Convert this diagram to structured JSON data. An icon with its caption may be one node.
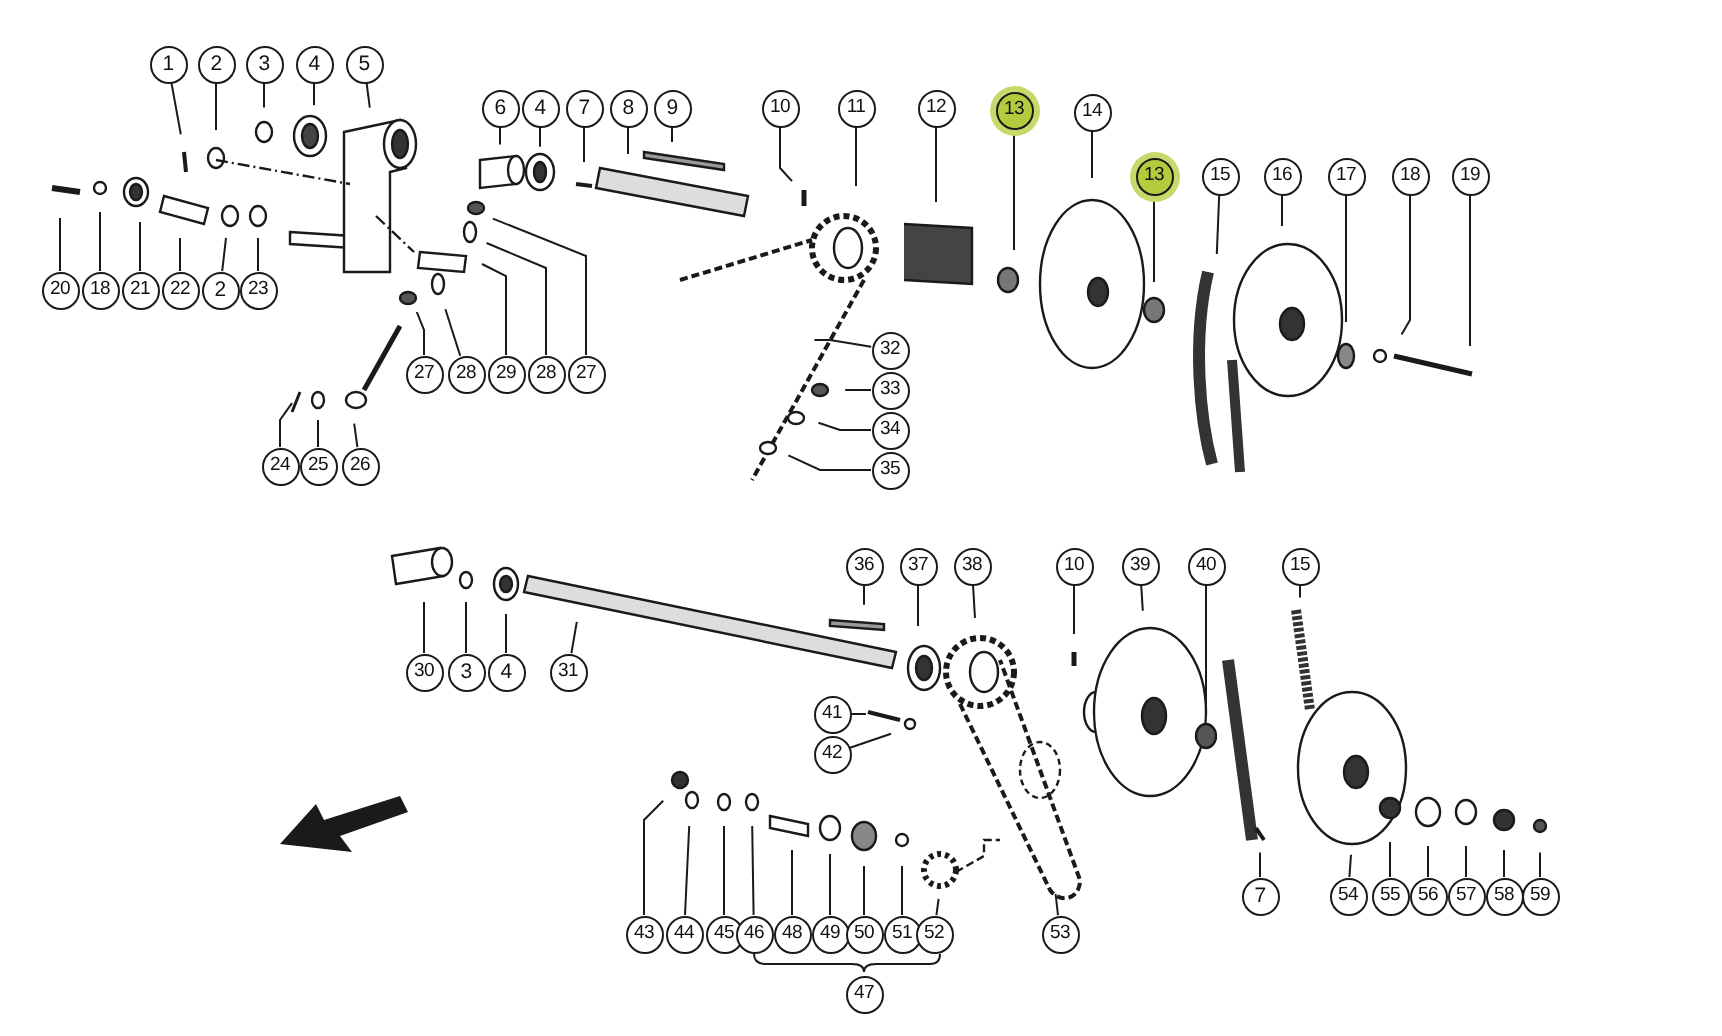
{
  "diagram": {
    "nodes": [
      {
        "text": [
          "1"
        ]
      },
      {
        "text": [
          "2"
        ]
      },
      {
        "text": [
          "3"
        ]
      },
      {
        "text": [
          "4"
        ]
      },
      {
        "text": [
          "5"
        ]
      },
      {
        "text": [
          "6"
        ]
      },
      {
        "text": [
          "4"
        ]
      },
      {
        "text": [
          "7"
        ]
      },
      {
        "text": [
          "8"
        ]
      },
      {
        "text": [
          "9"
        ]
      },
      {
        "text": [
          "10"
        ]
      },
      {
        "text": [
          "11"
        ]
      },
      {
        "text": [
          "12"
        ]
      },
      {
        "text": [
          "13"
        ]
      },
      {
        "text": [
          "14"
        ]
      },
      {
        "text": [
          "13"
        ]
      },
      {
        "text": [
          "15"
        ]
      },
      {
        "text": [
          "16"
        ]
      },
      {
        "text": [
          "17"
        ]
      },
      {
        "text": [
          "18"
        ]
      },
      {
        "text": [
          "19"
        ]
      },
      {
        "text": [
          "20"
        ]
      },
      {
        "text": [
          "18"
        ]
      },
      {
        "text": [
          "21"
        ]
      },
      {
        "text": [
          "22"
        ]
      },
      {
        "text": [
          "2"
        ]
      },
      {
        "text": [
          "23"
        ]
      },
      {
        "text": [
          "27"
        ]
      },
      {
        "text": [
          "28"
        ]
      },
      {
        "text": [
          "29"
        ]
      },
      {
        "text": [
          "28"
        ]
      },
      {
        "text": [
          "27"
        ]
      },
      {
        "text": [
          "24"
        ]
      },
      {
        "text": [
          "25"
        ]
      },
      {
        "text": [
          "26"
        ]
      },
      {
        "text": [
          "32"
        ]
      },
      {
        "text": [
          "33"
        ]
      },
      {
        "text": [
          "34"
        ]
      },
      {
        "text": [
          "35"
        ]
      },
      {
        "text": [
          "36"
        ]
      },
      {
        "text": [
          "37"
        ]
      },
      {
        "text": [
          "38"
        ]
      },
      {
        "text": [
          "10"
        ]
      },
      {
        "text": [
          "39"
        ]
      },
      {
        "text": [
          "40"
        ]
      },
      {
        "text": [
          "15"
        ]
      },
      {
        "text": [
          "30"
        ]
      },
      {
        "text": [
          "3"
        ]
      },
      {
        "text": [
          "4"
        ]
      },
      {
        "text": [
          "31"
        ]
      },
      {
        "text": [
          "41"
        ]
      },
      {
        "text": [
          "42"
        ]
      },
      {
        "text": [
          "43"
        ]
      },
      {
        "text": [
          "44"
        ]
      },
      {
        "text": [
          "45"
        ]
      },
      {
        "text": [
          "46"
        ]
      },
      {
        "text": [
          "48"
        ]
      },
      {
        "text": [
          "49"
        ]
      },
      {
        "text": [
          "50"
        ]
      },
      {
        "text": [
          "51"
        ]
      },
      {
        "text": [
          "52"
        ]
      },
      {
        "text": [
          "53"
        ]
      },
      {
        "text": [
          "7"
        ]
      },
      {
        "text": [
          "54"
        ]
      },
      {
        "text": [
          "55"
        ]
      },
      {
        "text": [
          "56"
        ]
      },
      {
        "text": [
          "57"
        ]
      },
      {
        "text": [
          "58"
        ]
      },
      {
        "text": [
          "59"
        ]
      },
      {
        "text": [
          "47"
        ]
      }
    ],
    "edges": [
      {
        "from": 0,
        "to": null,
        "arrow": "none"
      },
      {
        "from": 1,
        "to": null,
        "arrow": "none"
      },
      {
        "from": 2,
        "to": null,
        "arrow": "none"
      },
      {
        "from": 3,
        "to": null,
        "arrow": "none"
      },
      {
        "from": 4,
        "to": null,
        "arrow": "none"
      },
      {
        "from": 5,
        "to": null,
        "arrow": "none"
      },
      {
        "from": 6,
        "to": null,
        "arrow": "none"
      },
      {
        "from": 7,
        "to": null,
        "arrow": "none"
      },
      {
        "from": 8,
        "to": null,
        "arrow": "none"
      },
      {
        "from": 9,
        "to": null,
        "arrow": "none"
      },
      {
        "from": 10,
        "to": null,
        "arrow": "none"
      },
      {
        "from": 11,
        "to": null,
        "arrow": "none"
      },
      {
        "from": 12,
        "to": null,
        "arrow": "none"
      },
      {
        "from": 13,
        "to": null,
        "arrow": "none"
      },
      {
        "from": 14,
        "to": null,
        "arrow": "none"
      },
      {
        "from": 15,
        "to": null,
        "arrow": "none"
      },
      {
        "from": 16,
        "to": null,
        "arrow": "none"
      },
      {
        "from": 17,
        "to": null,
        "arrow": "none"
      },
      {
        "from": 18,
        "to": null,
        "arrow": "none"
      },
      {
        "from": 19,
        "to": null,
        "arrow": "none"
      },
      {
        "from": 20,
        "to": null,
        "arrow": "none"
      },
      {
        "from": 21,
        "to": null,
        "arrow": "none"
      },
      {
        "from": 22,
        "to": null,
        "arrow": "none"
      },
      {
        "from": 23,
        "to": null,
        "arrow": "none"
      },
      {
        "from": 24,
        "to": null,
        "arrow": "none"
      },
      {
        "from": 25,
        "to": null,
        "arrow": "none"
      },
      {
        "from": 26,
        "to": null,
        "arrow": "none"
      },
      {
        "from": 27,
        "to": null,
        "arrow": "none"
      },
      {
        "from": 28,
        "to": null,
        "arrow": "none"
      },
      {
        "from": 29,
        "to": null,
        "arrow": "none"
      },
      {
        "from": 30,
        "to": null,
        "arrow": "none"
      },
      {
        "from": 31,
        "to": null,
        "arrow": "none"
      },
      {
        "from": 32,
        "to": null,
        "arrow": "none"
      },
      {
        "from": 33,
        "to": null,
        "arrow": "none"
      },
      {
        "from": 34,
        "to": null,
        "arrow": "none"
      },
      {
        "from": 35,
        "to": null,
        "arrow": "none"
      },
      {
        "from": 36,
        "to": null,
        "arrow": "none"
      },
      {
        "from": 37,
        "to": null,
        "arrow": "none"
      },
      {
        "from": 38,
        "to": null,
        "arrow": "none"
      },
      {
        "from": 39,
        "to": null,
        "arrow": "none"
      },
      {
        "from": 40,
        "to": null,
        "arrow": "none"
      },
      {
        "from": 41,
        "to": null,
        "arrow": "none"
      },
      {
        "from": 42,
        "to": null,
        "arrow": "none"
      },
      {
        "from": 43,
        "to": null,
        "arrow": "none"
      },
      {
        "from": 44,
        "to": null,
        "arrow": "none"
      },
      {
        "from": 45,
        "to": null,
        "arrow": "none"
      },
      {
        "from": 46,
        "to": null,
        "arrow": "none"
      },
      {
        "from": 47,
        "to": null,
        "arrow": "none"
      },
      {
        "from": 48,
        "to": null,
        "arrow": "none"
      },
      {
        "from": 49,
        "to": null,
        "arrow": "none"
      },
      {
        "from": 50,
        "to": null,
        "arrow": "none"
      },
      {
        "from": 51,
        "to": null,
        "arrow": "none"
      },
      {
        "from": 52,
        "to": null,
        "arrow": "none"
      },
      {
        "from": 53,
        "to": null,
        "arrow": "none"
      },
      {
        "from": 54,
        "to": null,
        "arrow": "none"
      },
      {
        "from": 55,
        "to": null,
        "arrow": "none"
      },
      {
        "from": 56,
        "to": null,
        "arrow": "none"
      },
      {
        "from": 57,
        "to": null,
        "arrow": "none"
      },
      {
        "from": 58,
        "to": null,
        "arrow": "none"
      },
      {
        "from": 59,
        "to": null,
        "arrow": "none"
      },
      {
        "from": 60,
        "to": null,
        "arrow": "none"
      },
      {
        "from": 61,
        "to": null,
        "arrow": "none"
      },
      {
        "from": 62,
        "to": null,
        "arrow": "none"
      },
      {
        "from": 63,
        "to": null,
        "arrow": "none"
      },
      {
        "from": 64,
        "to": null,
        "arrow": "none"
      },
      {
        "from": 65,
        "to": null,
        "arrow": "none"
      },
      {
        "from": 66,
        "to": null,
        "arrow": "none"
      },
      {
        "from": 67,
        "to": null,
        "arrow": "none"
      },
      {
        "from": 68,
        "to": null,
        "arrow": "none"
      }
    ]
  }
}
